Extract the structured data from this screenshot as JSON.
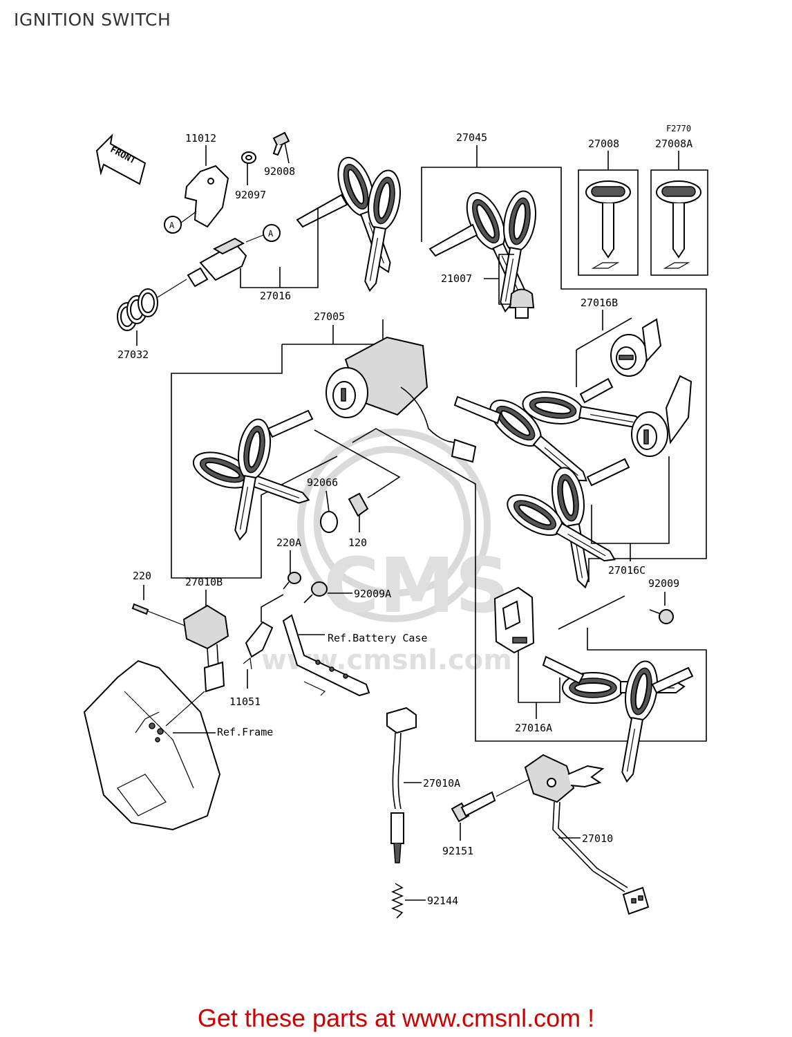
{
  "page": {
    "title": "IGNITION SWITCH"
  },
  "diagram": {
    "figure_code": "F2770",
    "front_label": "FRONT",
    "callout_a": "A",
    "watermark": {
      "logo": "CMS",
      "url": "www.cmsnl.com"
    },
    "parts": {
      "p11012": "11012",
      "p92008": "92008",
      "p92097": "92097",
      "p27016": "27016",
      "p27032": "27032",
      "p27045": "27045",
      "p21007": "21007",
      "p27008": "27008",
      "p27008A": "27008A",
      "p27005": "27005",
      "p27016B": "27016B",
      "p27016C": "27016C",
      "p92066": "92066",
      "p120": "120",
      "p220A": "220A",
      "p220": "220",
      "p27010B": "27010B",
      "p92009A": "92009A",
      "p92009": "92009",
      "p11051": "11051",
      "p27016A": "27016A",
      "p27010A": "27010A",
      "p27010": "27010",
      "p92151": "92151",
      "p92144": "92144"
    },
    "refs": {
      "battery_case": "Ref.Battery Case",
      "frame": "Ref.Frame"
    }
  },
  "footer": {
    "cta": "Get these parts at www.cmsnl.com !"
  }
}
